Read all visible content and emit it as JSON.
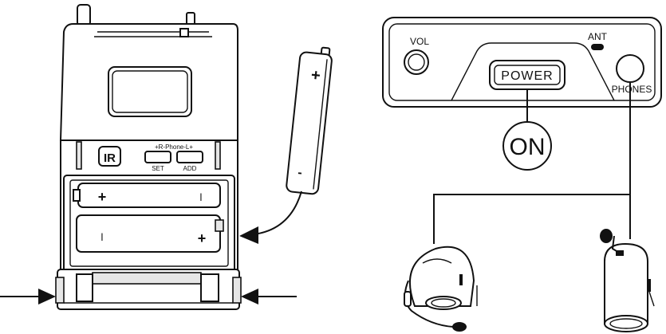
{
  "receiver": {
    "ir_label": "IR",
    "phone_label": "+R-Phone-L+",
    "set_label": "SET",
    "add_label": "ADD",
    "battery_plus": "+",
    "battery_minus": "-",
    "cell_top_plus": "+",
    "cell_top_minus": "l",
    "cell_bottom_minus": "l",
    "cell_bottom_plus": "+"
  },
  "panel": {
    "vol_label": "VOL",
    "ant_label": "ANT",
    "power_label": "POWER",
    "phones_label": "PHONES",
    "on_label": "ON"
  }
}
